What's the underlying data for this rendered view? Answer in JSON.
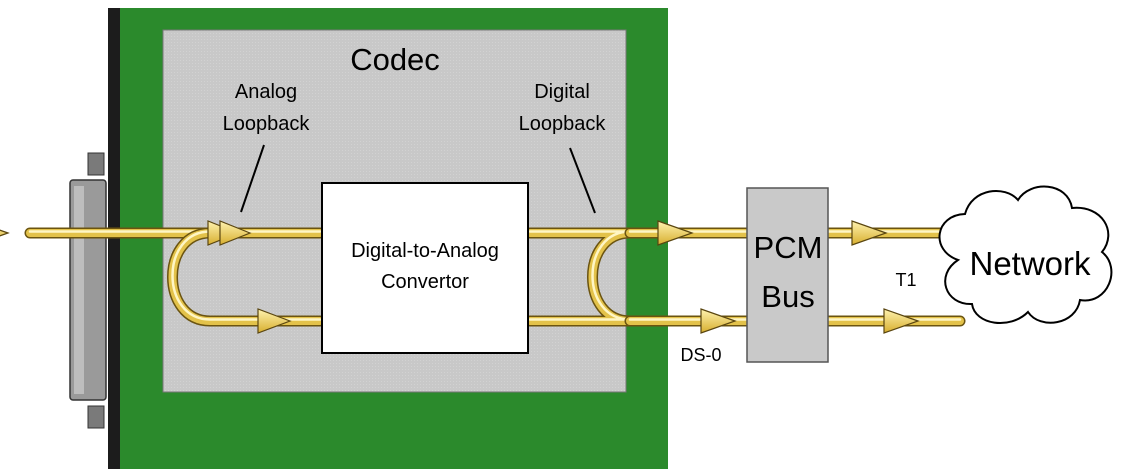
{
  "colors": {
    "board": "#2b8a2c",
    "board_edge": "#111111",
    "codec_panel": "#c9c9c9",
    "wire": "#e3c24a",
    "wire_light": "#fff6c4",
    "converter": "#ffffff",
    "cloud": "#ffffff"
  },
  "codec": {
    "title": "Codec"
  },
  "analog_loopback": {
    "line1": "Analog",
    "line2": "Loopback"
  },
  "digital_loopback": {
    "line1": "Digital",
    "line2": "Loopback"
  },
  "converter": {
    "line1": "Digital-to-Analog",
    "line2": "Convertor"
  },
  "pcm_bus": {
    "line1": "PCM",
    "line2": "Bus"
  },
  "network": {
    "label": "Network"
  },
  "labels": {
    "t1": "T1",
    "ds0": "DS-0"
  }
}
